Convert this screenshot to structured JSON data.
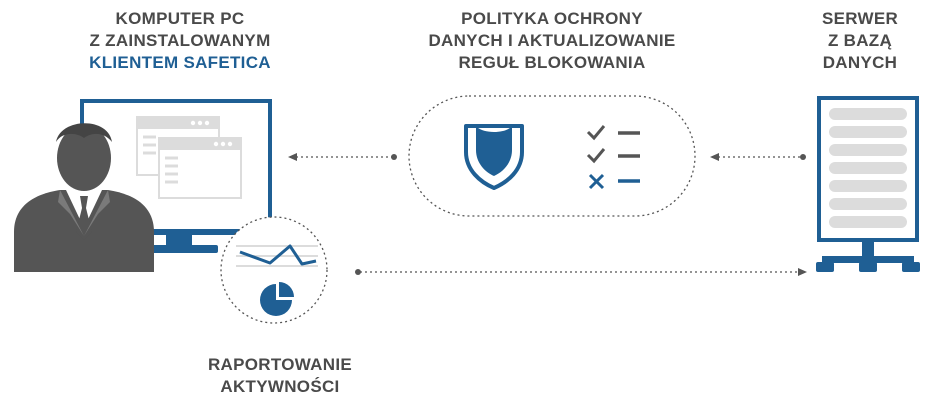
{
  "pc_label": {
    "line1": "KOMPUTER PC",
    "line2": "Z ZAINSTALOWANYM",
    "line3": "KLIENTEM SAFETICA"
  },
  "policy_label": {
    "line1": "POLITYKA OCHRONY",
    "line2": "DANYCH I AKTUALIZOWANIE",
    "line3": "REGUŁ BLOKOWANIA"
  },
  "server_label": {
    "line1": "SERWER",
    "line2": "Z BAZĄ",
    "line3": "DANYCH"
  },
  "report_label": {
    "line1": "RAPORTOWANIE",
    "line2": "AKTYWNOŚCI"
  },
  "colors": {
    "accent": "#1f5f94",
    "text": "#4a4a4a",
    "gray": "#dcdcdc",
    "person": "#555555",
    "dots": "#555555"
  }
}
